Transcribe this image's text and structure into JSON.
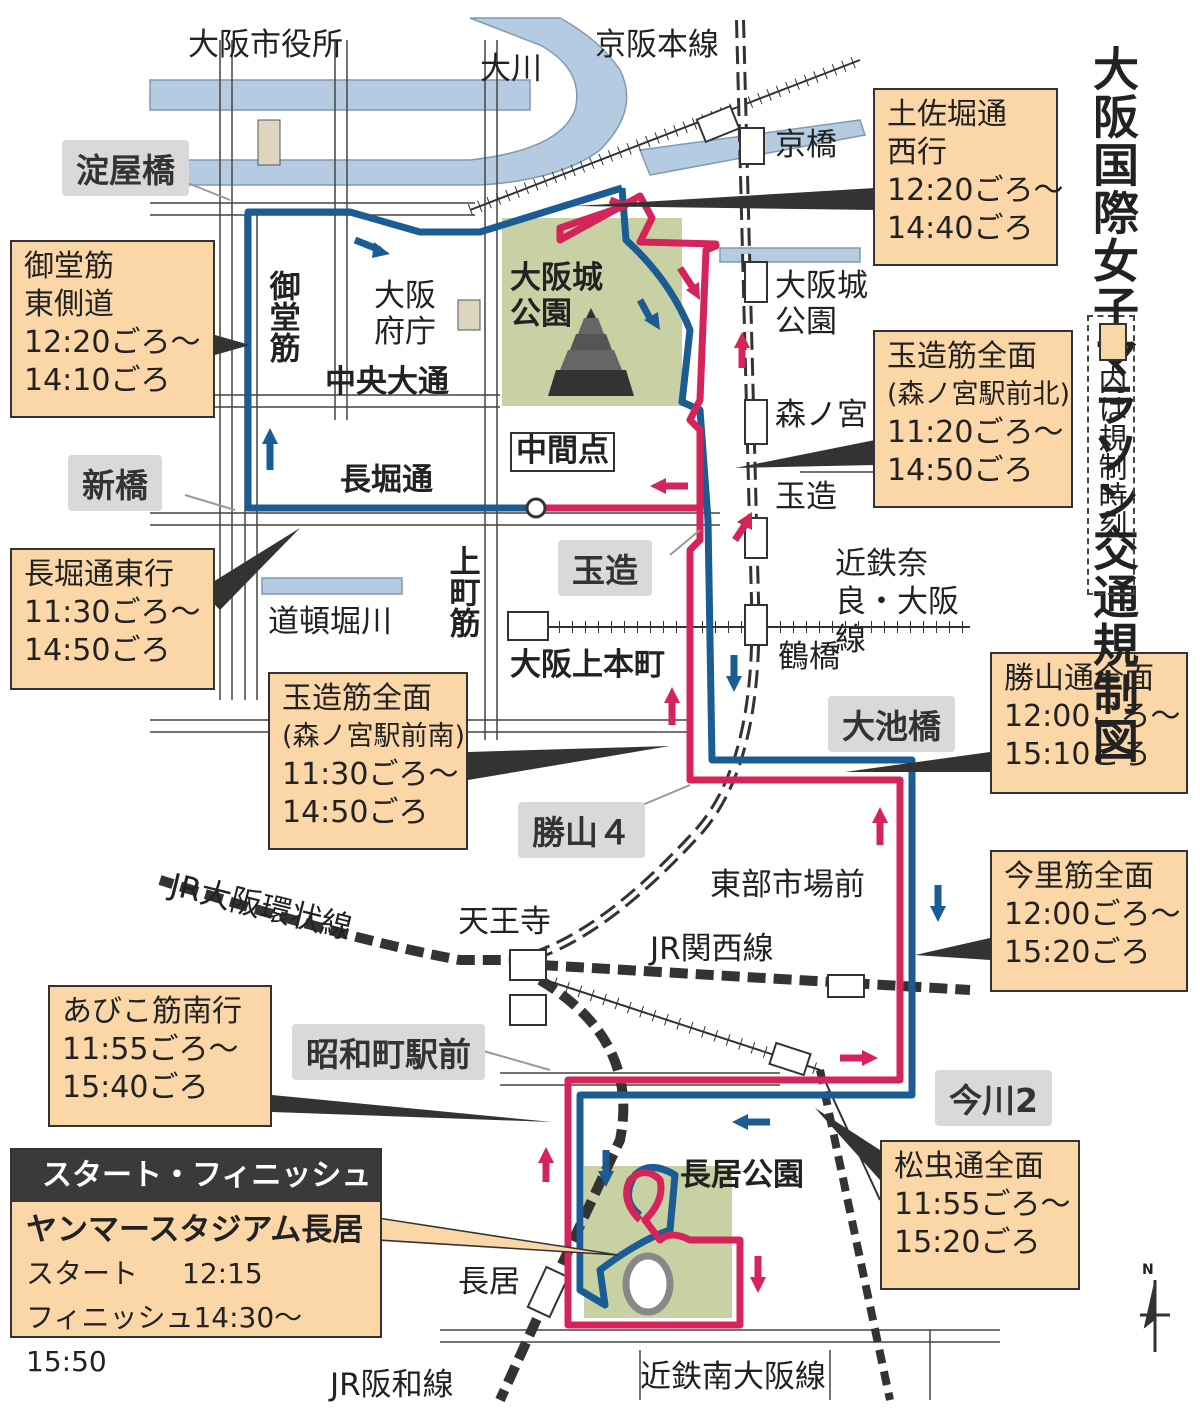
{
  "title": "大阪国際女子マラソン交通規制図",
  "legend": {
    "text": "内は規制時刻"
  },
  "north_label": "N",
  "colors": {
    "outbound_route": "#1a5c93",
    "return_route": "#d4245a",
    "river": "#b5cbe2",
    "park": "#c8d1a3",
    "time_box": "#fbd7a8"
  },
  "place_labels": {
    "city_hall": "大阪市役所",
    "okawa": "大川",
    "keihan": "京阪本線",
    "kyobashi": "京橋",
    "osakajo_park_st": "大阪城公園",
    "osakajo_park": "大阪城公園",
    "prefecture": "大阪府庁",
    "midosuji": "御堂筋",
    "chuo_odori": "中央大通",
    "nagahori_dori": "長堀通",
    "midpoint": "中間点",
    "morinomiya": "森ノ宮",
    "tamatsukuri_st": "玉造",
    "kintetsu_nara": "近鉄奈良・大阪線",
    "dotonbori": "道頓堀川",
    "uemachisuji": "上町筋",
    "uehonmachi": "大阪上本町",
    "tsuruhashi": "鶴橋",
    "jr_loop": "JR大阪環状線",
    "tennoji": "天王寺",
    "jr_kansai": "JR関西線",
    "tobu_market": "東部市場前",
    "nagai_park": "長居公園",
    "nagai": "長居",
    "jr_hanwa": "JR阪和線",
    "kintetsu_minami": "近鉄南大阪線"
  },
  "gray_labels": {
    "yodoyabashi": "淀屋橋",
    "shinbashi": "新橋",
    "tamatsukuri": "玉造",
    "oikebashi": "大池橋",
    "katsuyama4": "勝山４",
    "showacho": "昭和町駅前",
    "imagawa2": "今川2"
  },
  "restrictions": [
    {
      "id": "tosabori",
      "lines": [
        "土佐堀通",
        "西行",
        "12:20ごろ～",
        "14:40ごろ"
      ]
    },
    {
      "id": "midosuji",
      "lines": [
        "御堂筋",
        "東側道",
        "12:20ごろ～",
        "14:10ごろ"
      ]
    },
    {
      "id": "tamatsukuri_north",
      "lines": [
        "玉造筋全面",
        "(森ノ宮駅前北)",
        "11:20ごろ～",
        "14:50ごろ"
      ]
    },
    {
      "id": "nagahori",
      "lines": [
        "長堀通東行",
        "11:30ごろ～",
        "14:50ごろ"
      ]
    },
    {
      "id": "katsuyama",
      "lines": [
        "勝山通全面",
        "12:00ごろ～",
        "15:10ごろ"
      ]
    },
    {
      "id": "tamatsukuri_south",
      "lines": [
        "玉造筋全面",
        "(森ノ宮駅前南)",
        "11:30ごろ～",
        "14:50ごろ"
      ]
    },
    {
      "id": "imazato",
      "lines": [
        "今里筋全面",
        "12:00ごろ～",
        "15:20ごろ"
      ]
    },
    {
      "id": "abiko",
      "lines": [
        "あびこ筋南行",
        "11:55ごろ～",
        "15:40ごろ"
      ]
    },
    {
      "id": "matsumushi",
      "lines": [
        "松虫通全面",
        "11:55ごろ～",
        "15:20ごろ"
      ]
    }
  ],
  "start_finish": {
    "heading": "スタート・フィニッシュ",
    "venue": "ヤンマースタジアム長居",
    "start_label": "スタート",
    "start_time": "12:15",
    "finish_label": "フィニッシュ",
    "finish_time": "14:30～15:50"
  }
}
